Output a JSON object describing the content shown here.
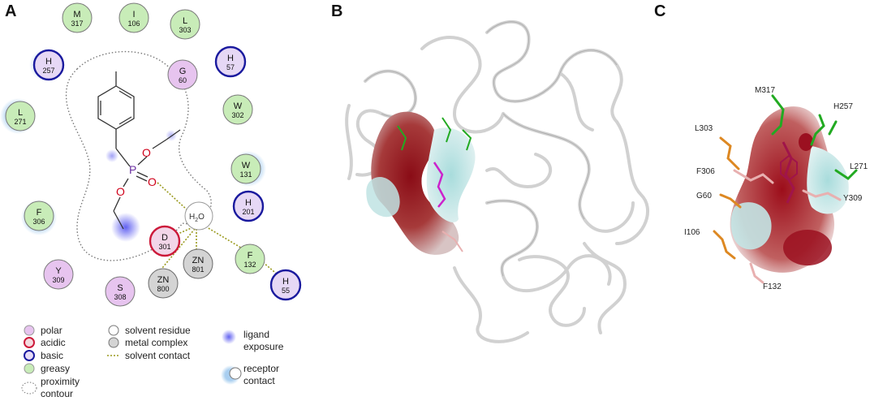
{
  "panels": {
    "a": "A",
    "b": "B",
    "c": "C"
  },
  "colors": {
    "polar": "#e7c4ef",
    "acidic": "#cc1a3a",
    "basic": "#1a1a9e",
    "greasy": "#c8ecb8",
    "solvent": "#ffffff",
    "metal": "#d4d4d4",
    "receptor_halo": "#9fc9ee",
    "contact_line": "#9a9a1e"
  },
  "residues": [
    {
      "id": "M317",
      "name": "M",
      "num": "317",
      "type": "greasy"
    },
    {
      "id": "I106",
      "name": "I",
      "num": "106",
      "type": "greasy"
    },
    {
      "id": "L303",
      "name": "L",
      "num": "303",
      "type": "greasy"
    },
    {
      "id": "H257",
      "name": "H",
      "num": "257",
      "type": "basic"
    },
    {
      "id": "G60",
      "name": "G",
      "num": "60",
      "type": "polar"
    },
    {
      "id": "H57",
      "name": "H",
      "num": "57",
      "type": "basic"
    },
    {
      "id": "L271",
      "name": "L",
      "num": "271",
      "type": "greasy"
    },
    {
      "id": "W302",
      "name": "W",
      "num": "302",
      "type": "greasy"
    },
    {
      "id": "W131",
      "name": "W",
      "num": "131",
      "type": "greasy"
    },
    {
      "id": "H201",
      "name": "H",
      "num": "201",
      "type": "basic"
    },
    {
      "id": "F306",
      "name": "F",
      "num": "306",
      "type": "greasy"
    },
    {
      "id": "D301",
      "name": "D",
      "num": "301",
      "type": "acidic"
    },
    {
      "id": "ZN801",
      "name": "ZN",
      "num": "801",
      "type": "metal"
    },
    {
      "id": "ZN800",
      "name": "ZN",
      "num": "800",
      "type": "metal"
    },
    {
      "id": "F132",
      "name": "F",
      "num": "132",
      "type": "greasy"
    },
    {
      "id": "H55",
      "name": "H",
      "num": "55",
      "type": "basic"
    },
    {
      "id": "Y309",
      "name": "Y",
      "num": "309",
      "type": "polar"
    },
    {
      "id": "S308",
      "name": "S",
      "num": "308",
      "type": "polar"
    }
  ],
  "atoms": {
    "P": "P",
    "O": "O",
    "water_h": "H",
    "water_sub": "2",
    "water_o": "O"
  },
  "legend": {
    "polar": "polar",
    "acidic": "acidic",
    "basic": "basic",
    "greasy": "greasy",
    "proximity_1": "proximity",
    "proximity_2": "contour",
    "solvent_residue": "solvent residue",
    "metal_complex": "metal complex",
    "solvent_contact": "solvent contact",
    "ligand_1": "ligand",
    "ligand_2": "exposure",
    "receptor_1": "receptor",
    "receptor_2": "contact"
  },
  "panel_c_labels": [
    "M317",
    "H257",
    "L303",
    "F306",
    "L271",
    "G60",
    "Y309",
    "I106",
    "F132"
  ]
}
